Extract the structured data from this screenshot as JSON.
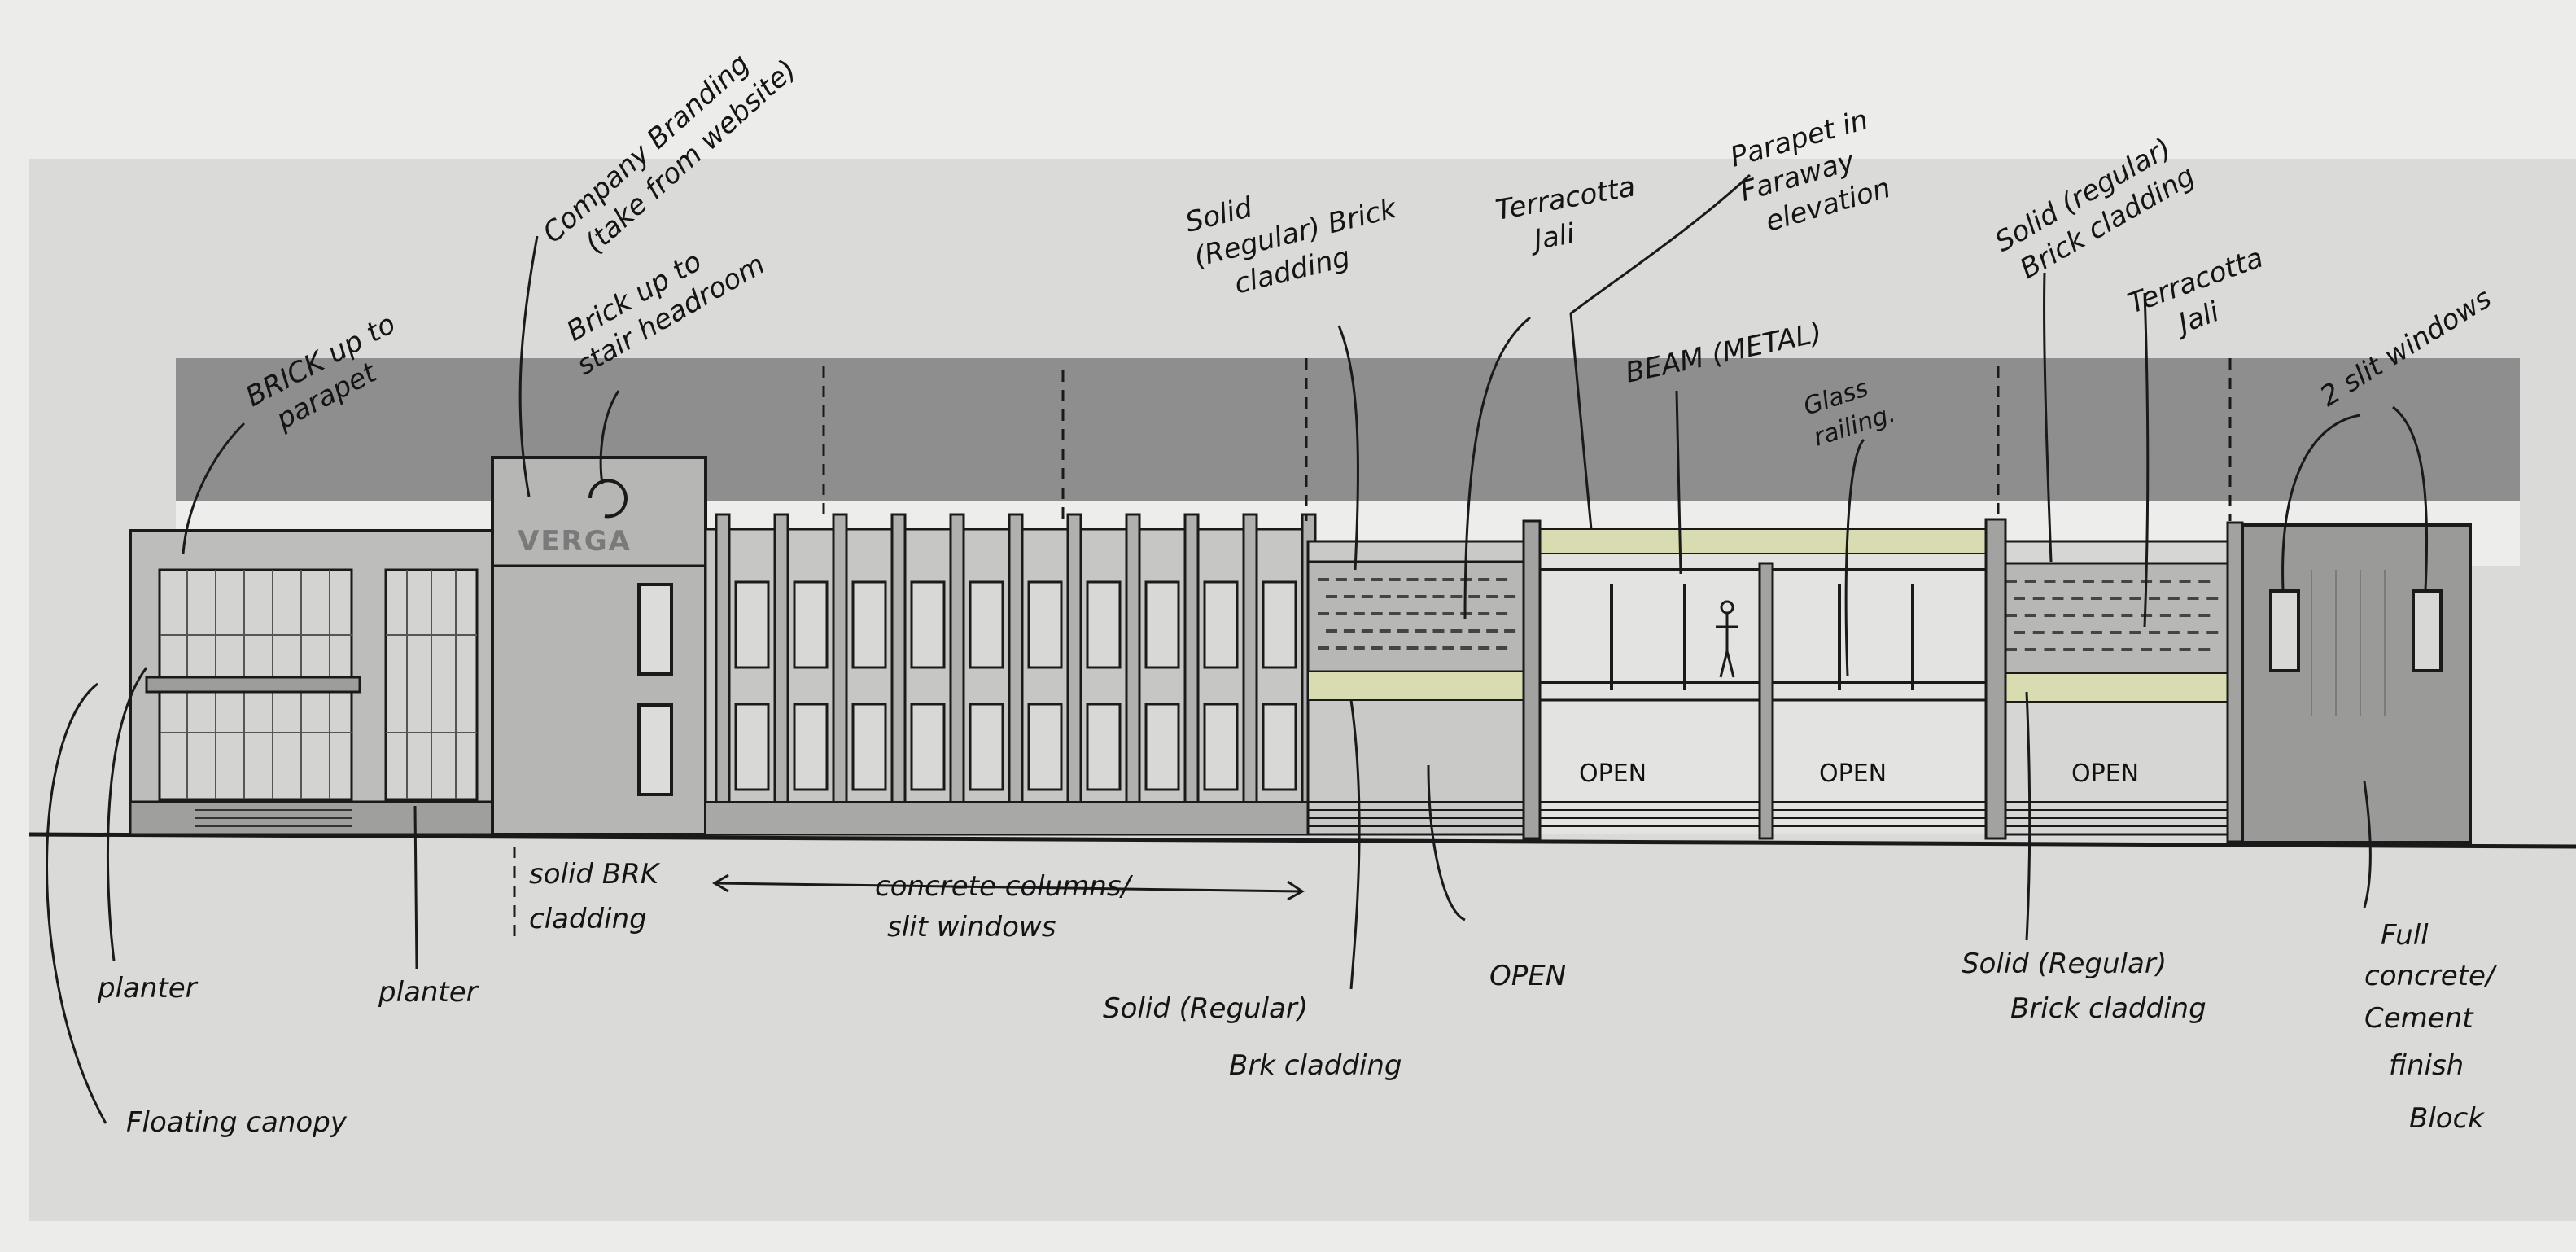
{
  "brand": {
    "sign_text": "VERGA"
  },
  "annotations": {
    "brick_up_to_parapet": [
      "BRICK up to",
      "parapet"
    ],
    "company_branding": [
      "Company Branding",
      "(take from website)"
    ],
    "brick_up_to_stair": [
      "Brick up to",
      "stair headroom"
    ],
    "solid_regular_brick_top_left": [
      "Solid",
      "(Regular) Brick",
      "cladding"
    ],
    "terracotta_jali_1": [
      "Terracotta",
      "Jali"
    ],
    "parapet_in_faraway": [
      "Parapet in",
      "Faraway",
      "elevation"
    ],
    "beam_metal": "BEAM (METAL)",
    "glass_railing": [
      "Glass",
      "railing."
    ],
    "solid_regular_brick_top_right": [
      "Solid (regular)",
      "Brick cladding"
    ],
    "terracotta_jali_2": [
      "Terracotta",
      "Jali"
    ],
    "two_slit_windows": "2 slit windows",
    "solid_brk_cladding": [
      "solid BRK",
      "cladding"
    ],
    "concrete_columns": [
      "concrete columns/",
      "slit windows"
    ],
    "planter_1": "planter",
    "planter_2": "planter",
    "floating_canopy": "Floating canopy",
    "solid_regular_brick_bottom_mid": [
      "Solid (Regular)",
      "Brk cladding"
    ],
    "open_bottom": "OPEN",
    "solid_regular_brick_bottom_right": [
      "Solid (Regular)",
      "Brick cladding"
    ],
    "full_concrete": [
      "Full",
      "concrete/",
      "Cement",
      "finish",
      "Block"
    ]
  },
  "open_bays": [
    "OPEN",
    "OPEN",
    "OPEN"
  ],
  "colors": {
    "paper": "#e9e9e7",
    "sheet": "#d9d9d7",
    "parapet_band": "#8f8f8f",
    "building_face": "#c4c4c2",
    "concrete_block": "#9a9a98",
    "ink": "#1a1a1a",
    "highlight": "#d8dcb0"
  },
  "icons": [
    "person-figure-icon",
    "branding-logo-icon"
  ]
}
